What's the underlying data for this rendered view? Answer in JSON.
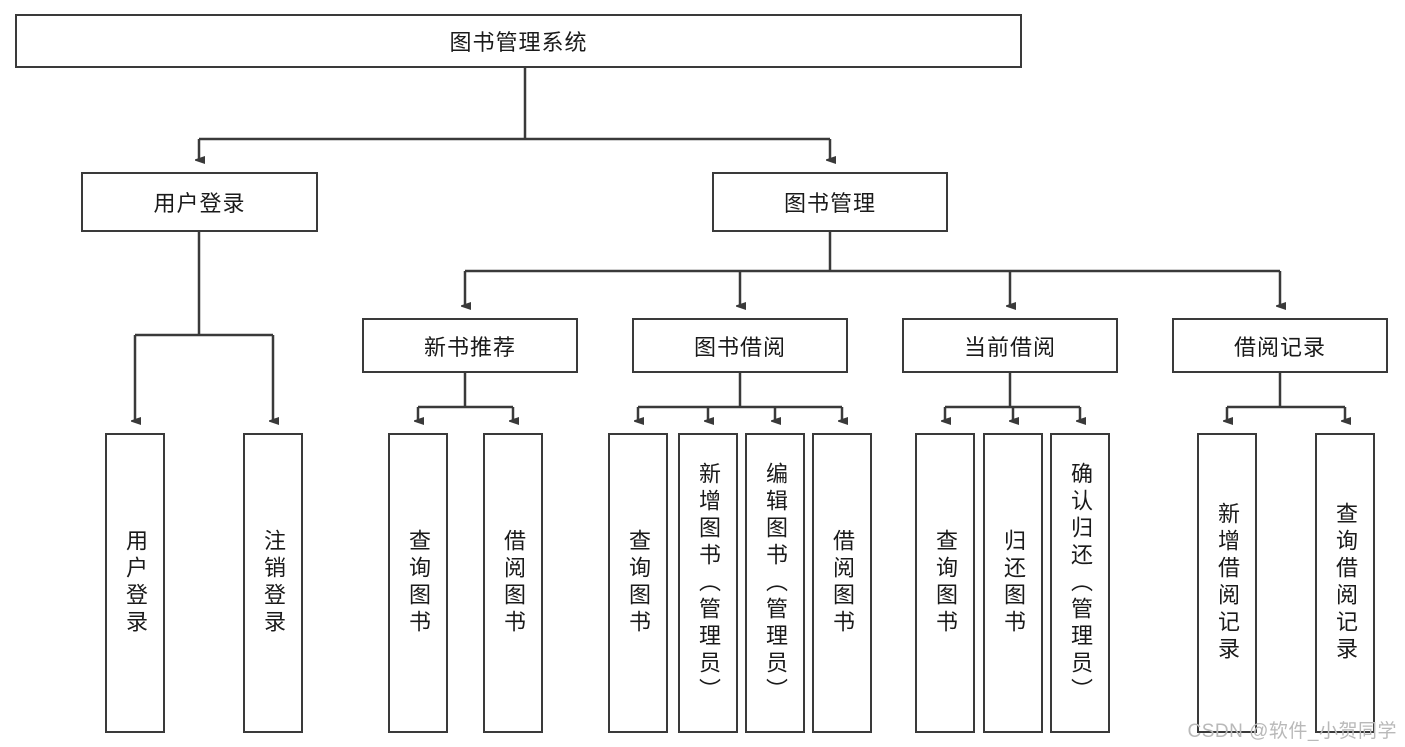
{
  "diagram": {
    "title": "图书管理系统",
    "watermark": "CSDN @软件_小贺同学",
    "type": "hierarchy-tree",
    "root": {
      "label": "图书管理系统"
    },
    "level1": [
      {
        "label": "用户登录"
      },
      {
        "label": "图书管理"
      }
    ],
    "level2": [
      {
        "label": "新书推荐"
      },
      {
        "label": "图书借阅"
      },
      {
        "label": "当前借阅"
      },
      {
        "label": "借阅记录"
      }
    ],
    "leaves": {
      "user_login": [
        {
          "label": "用户登录"
        },
        {
          "label": "注销登录"
        }
      ],
      "new_book_recommend": [
        {
          "label": "查询图书"
        },
        {
          "label": "借阅图书"
        }
      ],
      "book_borrow": [
        {
          "label": "查询图书"
        },
        {
          "label": "新增图书（管理员）"
        },
        {
          "label": "编辑图书（管理员）"
        },
        {
          "label": "借阅图书"
        }
      ],
      "current_borrow": [
        {
          "label": "查询图书"
        },
        {
          "label": "归还图书"
        },
        {
          "label": "确认归还（管理员）"
        }
      ],
      "borrow_records": [
        {
          "label": "新增借阅记录"
        },
        {
          "label": "查询借阅记录"
        }
      ]
    },
    "colors": {
      "border": "#3a3a3a",
      "background": "#ffffff",
      "text": "#1a1a1a",
      "watermark": "#b9b9b9"
    }
  }
}
